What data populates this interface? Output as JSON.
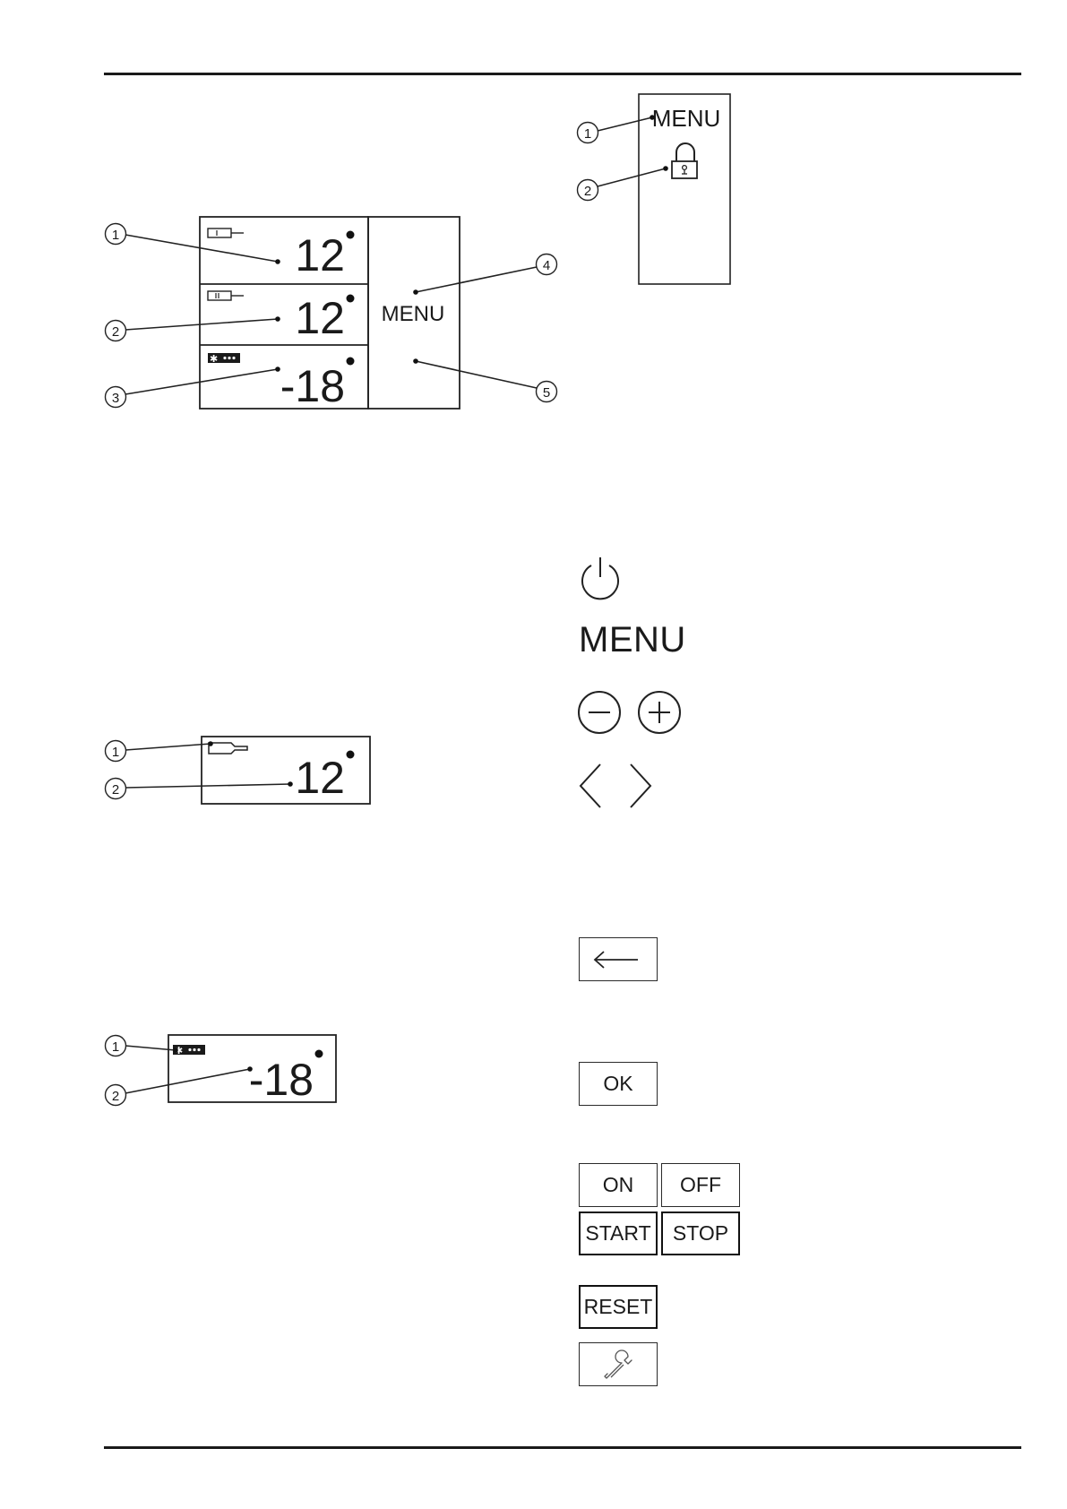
{
  "fig_display_three_zones": {
    "zone_values": [
      "12",
      "12",
      "-18"
    ],
    "menu_label": "MENU",
    "callouts": [
      "1",
      "2",
      "3",
      "4",
      "5"
    ]
  },
  "fig_menu_lock": {
    "menu_label": "MENU",
    "callouts": [
      "1",
      "2"
    ],
    "icons": [
      "padlock-icon"
    ]
  },
  "fig_single_zone": {
    "value": "12",
    "callouts": [
      "1",
      "2"
    ],
    "icons": [
      "bottle-icon"
    ]
  },
  "fig_freezer_zone": {
    "value": "-18",
    "callouts": [
      "1",
      "2"
    ],
    "icons": [
      "freezer-stars-icon"
    ]
  },
  "controls": {
    "menu_label": "MENU",
    "ok_label": "OK",
    "on_label": "ON",
    "off_label": "OFF",
    "start_label": "START",
    "stop_label": "STOP",
    "reset_label": "RESET",
    "icons": [
      "power-icon",
      "minus-icon",
      "plus-icon",
      "chevron-left-icon",
      "chevron-right-icon",
      "back-arrow-icon",
      "wrench-icon"
    ]
  }
}
